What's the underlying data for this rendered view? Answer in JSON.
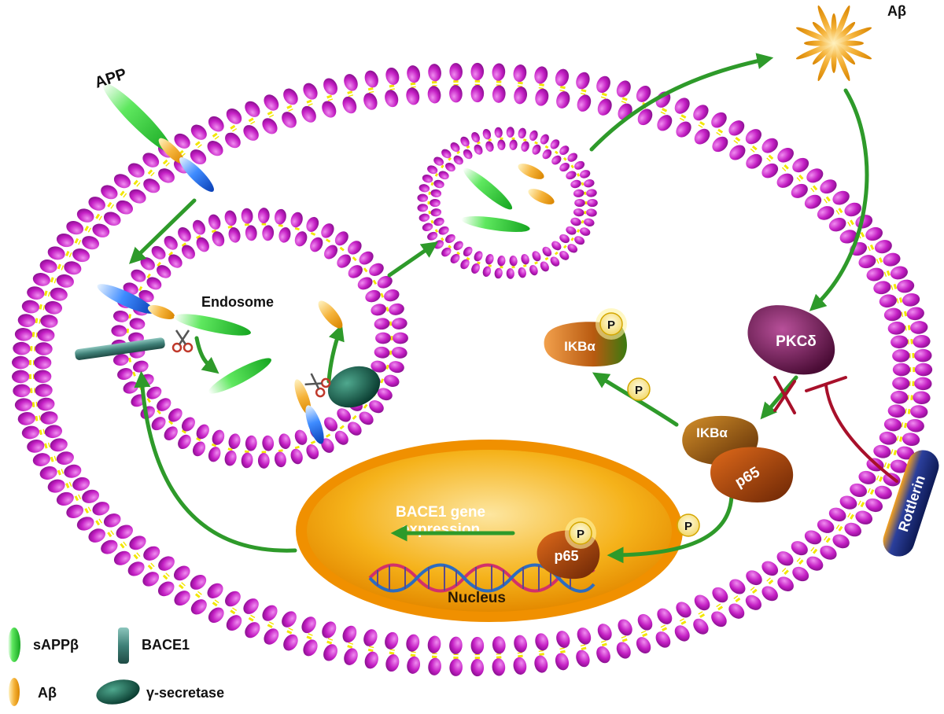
{
  "labels": {
    "app": "APP",
    "abeta_outside": "Aβ",
    "endosome": "Endosome",
    "nucleus": "Nucleus",
    "bace1_gene_expression_line1": "BACE1 gene",
    "bace1_gene_expression_line2": "expression",
    "pkc": "PKCδ",
    "ikba_free": "IKBα",
    "ikba_complex": "IKBα",
    "p65_complex": "p65",
    "p65_nucleus": "p65",
    "rottlerin": "Rottlerin",
    "phospho": "P"
  },
  "legend": {
    "sappb": "sAPPβ",
    "bace1": "BACE1",
    "abeta": "Aβ",
    "gamma_secretase": "γ-secretase"
  },
  "colors": {
    "membrane_head": "#c41fc4",
    "membrane_tail": "#f2e600",
    "arrow": "#2e9a2a",
    "inhibition": "#a8102a",
    "nucleus": "#f7a800",
    "pkc": "#7a1f58",
    "complex": "#b35a10",
    "gamma_secretase": "#0b5a46",
    "bace1": "#4d8f86"
  }
}
